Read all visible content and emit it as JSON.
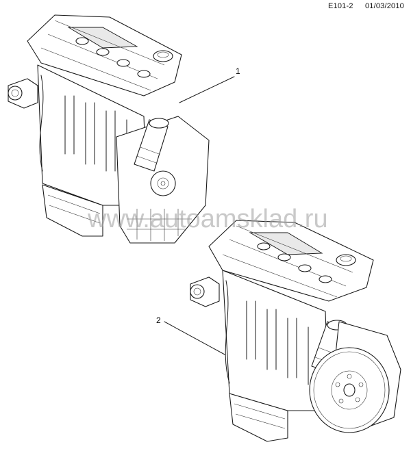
{
  "header": {
    "drawing_code": "E101-2",
    "date": "01/03/2010"
  },
  "callouts": [
    {
      "label": "1"
    },
    {
      "label": "2"
    }
  ],
  "watermark": {
    "text": "www.autoamsklad.ru"
  },
  "colors": {
    "line": "#1a1a1a",
    "background": "#ffffff",
    "watermark": "#9c9c9c"
  }
}
